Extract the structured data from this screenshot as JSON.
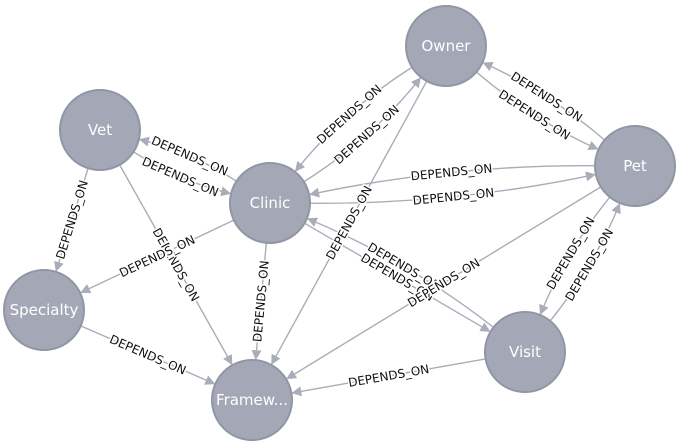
{
  "graph": {
    "nodes": [
      {
        "id": "owner",
        "label": "Owner"
      },
      {
        "id": "vet",
        "label": "Vet"
      },
      {
        "id": "clinic",
        "label": "Clinic"
      },
      {
        "id": "pet",
        "label": "Pet"
      },
      {
        "id": "specialty",
        "label": "Specialty"
      },
      {
        "id": "visit",
        "label": "Visit"
      },
      {
        "id": "framework",
        "label": "Framew..."
      }
    ],
    "edges": [
      {
        "from": "clinic",
        "to": "owner",
        "label": "DEPENDS_ON"
      },
      {
        "from": "owner",
        "to": "clinic",
        "label": "DEPENDS_ON"
      },
      {
        "from": "owner",
        "to": "pet",
        "label": "DEPENDS_ON"
      },
      {
        "from": "pet",
        "to": "owner",
        "label": "DEPENDS_ON"
      },
      {
        "from": "clinic",
        "to": "vet",
        "label": "DEPENDS_ON"
      },
      {
        "from": "vet",
        "to": "clinic",
        "label": "DEPENDS_ON"
      },
      {
        "from": "clinic",
        "to": "pet",
        "label": "DEPENDS_ON"
      },
      {
        "from": "pet",
        "to": "clinic",
        "label": "DEPENDS_ON"
      },
      {
        "from": "vet",
        "to": "specialty",
        "label": "DEPENDS_ON"
      },
      {
        "from": "vet",
        "to": "framework",
        "label": "DEPENDS_ON"
      },
      {
        "from": "clinic",
        "to": "specialty",
        "label": "DEPENDS_ON"
      },
      {
        "from": "clinic",
        "to": "framework",
        "label": "DEPENDS_ON"
      },
      {
        "from": "owner",
        "to": "framework",
        "label": "DEPENDS_ON"
      },
      {
        "from": "clinic",
        "to": "visit",
        "label": "DEPENDS_ON"
      },
      {
        "from": "visit",
        "to": "clinic",
        "label": "DEPENDS_ON"
      },
      {
        "from": "pet",
        "to": "framework",
        "label": "DEPENDS_ON"
      },
      {
        "from": "pet",
        "to": "visit",
        "label": "DEPENDS_ON"
      },
      {
        "from": "visit",
        "to": "pet",
        "label": "DEPENDS_ON"
      },
      {
        "from": "specialty",
        "to": "framework",
        "label": "DEPENDS_ON"
      },
      {
        "from": "visit",
        "to": "framework",
        "label": "DEPENDS_ON"
      }
    ]
  }
}
